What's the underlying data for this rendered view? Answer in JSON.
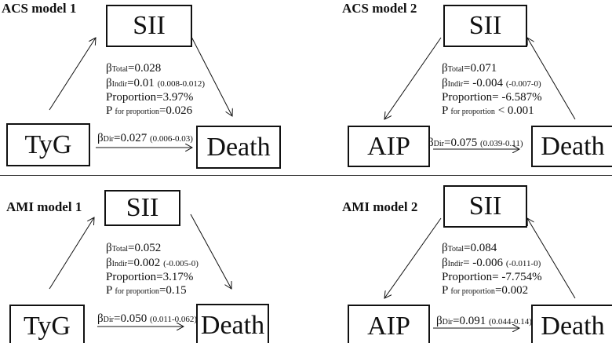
{
  "panels": [
    {
      "title": "ACS model 1",
      "mediator": "SII",
      "exposure": "TyG",
      "outcome": "Death",
      "total_label": "Total",
      "total": "=0.028",
      "indir_label": "Indir",
      "indir": "=0.01",
      "indir_ci": "(0.008-0.012)",
      "proportion": "Proportion=3.97%",
      "p_prefix": "P",
      "p_label": "for proportion",
      "p_value": "=0.026",
      "dir_label": "Dir",
      "dir": "=0.027",
      "dir_ci": "(0.006-0.03)"
    },
    {
      "title": "ACS model 2",
      "mediator": "SII",
      "exposure": "AIP",
      "outcome": "Death",
      "total_label": "Total",
      "total": "=0.071",
      "indir_label": "Indir",
      "indir": "= -0.004",
      "indir_ci": "(-0.007-0)",
      "proportion": "Proportion= -6.587%",
      "p_prefix": "P",
      "p_label": "for proportion",
      "p_value": "< 0.001",
      "dir_label": "Dir",
      "dir": "=0.075",
      "dir_ci": "(0.039-0.11)"
    },
    {
      "title": "AMI model 1",
      "mediator": "SII",
      "exposure": "TyG",
      "outcome": "Death",
      "total_label": "Total",
      "total": "=0.052",
      "indir_label": "Indir",
      "indir": "=0.002",
      "indir_ci": "(-0.005-0)",
      "proportion": "Proportion=3.17%",
      "p_prefix": "P",
      "p_label": "for proportion",
      "p_value": "=0.15",
      "dir_label": "Dir",
      "dir": "=0.050",
      "dir_ci": "(0.011-0.062)"
    },
    {
      "title": "AMI model 2",
      "mediator": "SII",
      "exposure": "AIP",
      "outcome": "Death",
      "total_label": "Total",
      "total": "=0.084",
      "indir_label": "Indir",
      "indir": "= -0.006",
      "indir_ci": "(-0.011-0)",
      "proportion": "Proportion= -7.754%",
      "p_prefix": "P",
      "p_label": "for proportion",
      "p_value": "=0.002",
      "dir_label": "Dir",
      "dir": "=0.091",
      "dir_ci": "(0.044-0.14)"
    }
  ],
  "beta": "β"
}
